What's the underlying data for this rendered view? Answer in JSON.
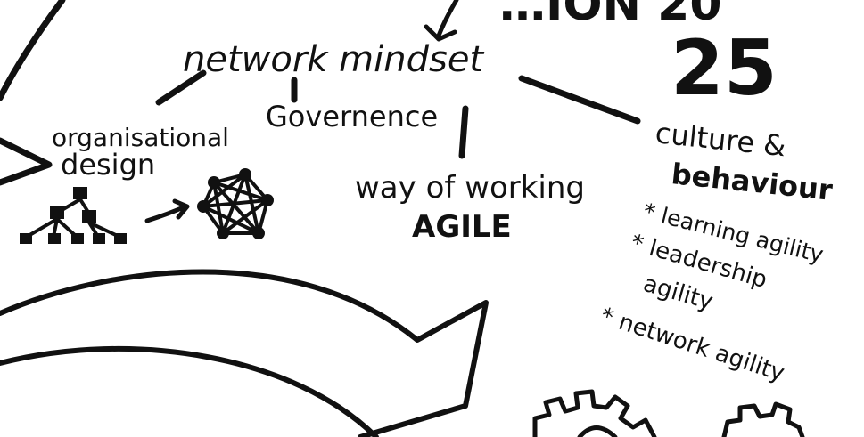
{
  "header": {
    "partial_title": "…ION 20",
    "number": "25"
  },
  "center": {
    "network_mindset": "network mindset"
  },
  "branches": {
    "governance": "Governence",
    "organisational": "organisational",
    "design": "design",
    "way_of_working": "way of working",
    "agile": "AGILE",
    "culture": "culture &",
    "behaviour": "behaviour"
  },
  "culture_list": [
    "* learning agility",
    "* leadership",
    "agility",
    "* network agility"
  ],
  "colors": {
    "ink": "#111111",
    "paper": "#ffffff"
  },
  "icons": [
    "hierarchy-icon",
    "network-icon",
    "gear-icon",
    "big-arrow-icon"
  ]
}
